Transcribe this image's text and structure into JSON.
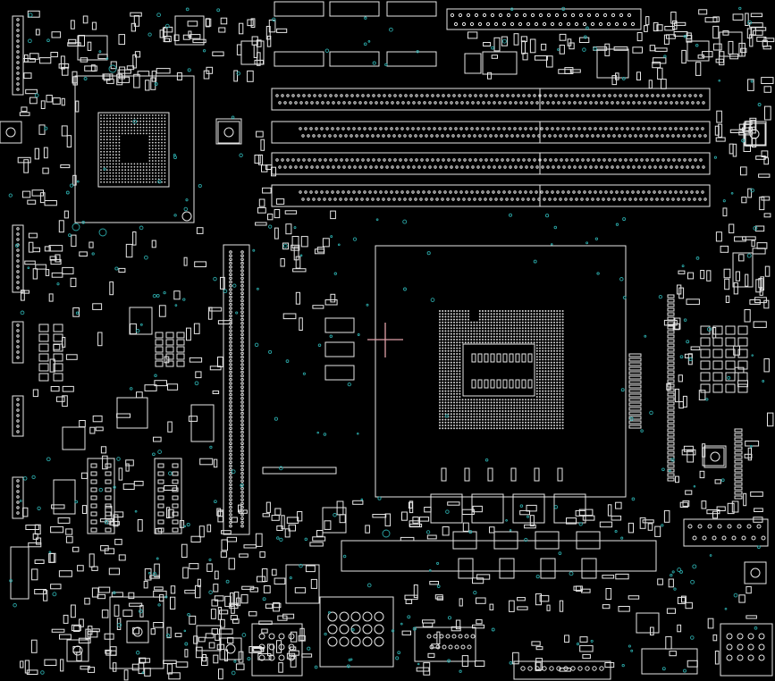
{
  "title": "",
  "colors": {
    "background": "#000000",
    "outline": "#e6e6e6",
    "pad": "#d8d8d8",
    "via": "#2aa6a6",
    "cursor": "#e0a0a8"
  },
  "regions": {
    "cpu_socket": "cpu-socket",
    "chipset": "chipset-bga",
    "dimm_slots": "dimm-slots",
    "pcie_slot": "pcie-slot",
    "rear_io": "rear-io-ports"
  }
}
